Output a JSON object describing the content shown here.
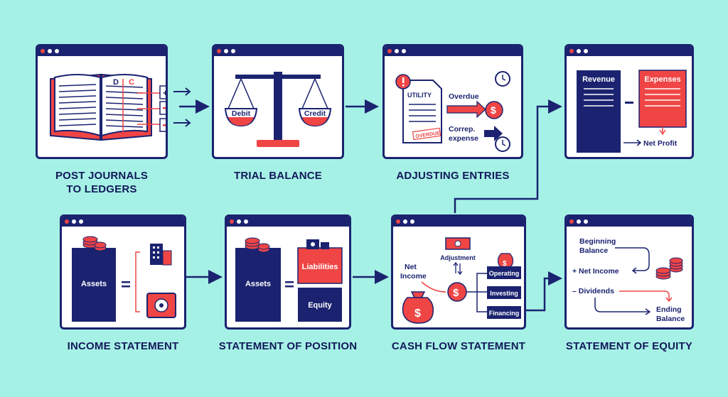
{
  "colors": {
    "background": "#A6F1E6",
    "navy": "#1B2370",
    "red": "#F04545",
    "white": "#FFFFFF"
  },
  "steps": [
    {
      "caption_line1": "POST JOURNALS",
      "caption_line2": "TO LEDGERS",
      "labels": {
        "debit_col": "D",
        "credit_col": "C"
      }
    },
    {
      "caption": "TRIAL BALANCE",
      "labels": {
        "debit": "Debit",
        "credit": "Credit"
      }
    },
    {
      "caption": "ADJUSTING ENTRIES",
      "labels": {
        "utility": "UTILITY",
        "overdue_stamp": "OVERDUE",
        "overdue": "Overdue",
        "correp_line1": "Correp.",
        "correp_line2": "expense"
      }
    },
    {
      "labels": {
        "revenue": "Revenue",
        "expenses": "Expenses",
        "net_profit": "Net Profit"
      }
    },
    {
      "caption": "INCOME STATEMENT",
      "labels": {
        "assets": "Assets"
      }
    },
    {
      "caption": "STATEMENT OF POSITION",
      "labels": {
        "assets": "Assets",
        "liabilities": "Liabilities",
        "equity": "Equity"
      }
    },
    {
      "caption": "CASH FLOW STATEMENT",
      "labels": {
        "net_income_line1": "Net",
        "net_income_line2": "Income",
        "adjustment": "Adjustment",
        "operating": "Operating",
        "investing": "Investing",
        "financing": "Financing"
      }
    },
    {
      "caption": "STATEMENT OF EQUITY",
      "labels": {
        "beginning_line1": "Beginning",
        "beginning_line2": "Balance",
        "net_income": "+ Net Income",
        "dividends": "– Dividends",
        "ending_line1": "Ending",
        "ending_line2": "Balance"
      }
    }
  ]
}
